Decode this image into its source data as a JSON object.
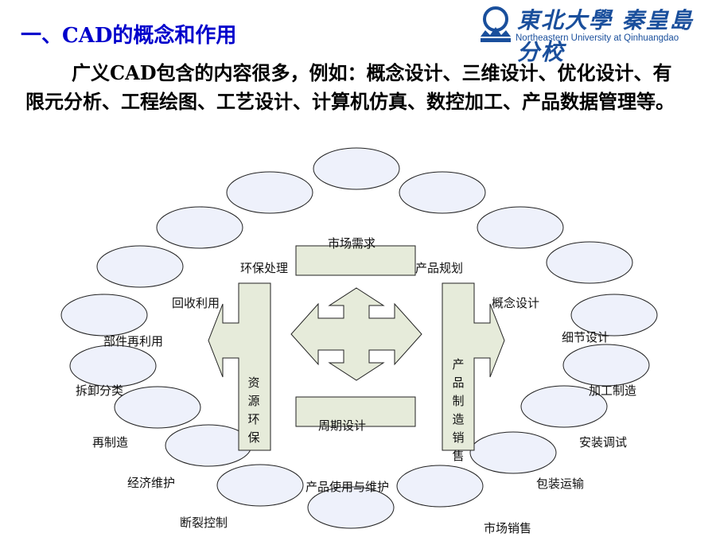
{
  "slide": {
    "title": "一、CAD的概念和作用",
    "paragraph": "广义CAD包含的内容很多，例如：概念设计、三维设计、优化设计、有限元分析、工程绘图、工艺设计、计算机仿真、数控加工、产品数据管理等。"
  },
  "logo": {
    "chinese": "東北大學 秦皇島分校",
    "english": "Northeastern University at Qinhuangdao"
  },
  "diagram": {
    "labels": {
      "market_demand": "市场需求",
      "product_planning": "产品规划",
      "concept_design": "概念设计",
      "detail_design": "细节设计",
      "machining": "加工制造",
      "installation": "安装调试",
      "packaging": "包装运输",
      "market_sales": "市场销售",
      "product_use": "产品使用与维护",
      "fracture_control": "断裂控制",
      "economic_maintenance": "经济维护",
      "remanufacturing": "再制造",
      "disassembly": "拆卸分类",
      "part_reuse": "部件再利用",
      "recycling": "回收利用",
      "environmental": "环保处理",
      "cycle_design": "周期设计",
      "resource_env": "资源环保",
      "product_manufacturing_sales": "产品制造销售"
    },
    "colors": {
      "ellipse_fill": "#eef1fb",
      "arrow_fill": "#e6ebda",
      "stroke": "#222222"
    }
  }
}
